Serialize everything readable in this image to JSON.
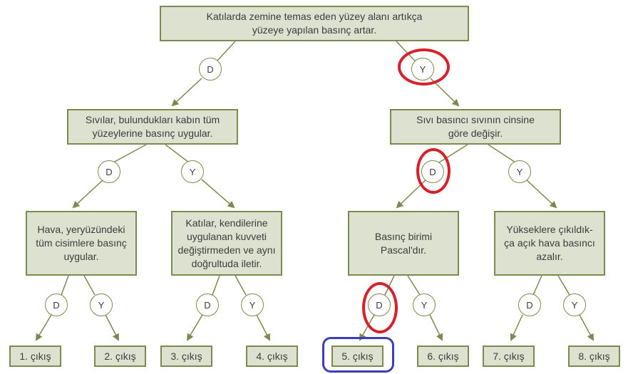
{
  "diagram": {
    "type": "decision-tree",
    "colors": {
      "box_fill": "#dde2d0",
      "box_border": "#7b8a4e",
      "line": "#7b8a4e",
      "highlight_red": "#d8202a",
      "highlight_blue": "#3a3fb8"
    },
    "root": {
      "text": "Katılarda zemine temas eden yüzey alanı artıkça yüzeye yapılan basınç artar."
    },
    "level2": [
      {
        "text": "Sıvılar, bulundukları kabın tüm yüzeylerine basınç uygular."
      },
      {
        "text": "Sıvı basıncı sıvının cinsine göre değişir."
      }
    ],
    "level3": [
      {
        "text": "Hava, yeryüzündeki tüm cisimlere basınç uygular."
      },
      {
        "text": "Katılar, kendilerine uygulanan kuvveti değiştirmeden ve aynı doğrultuda iletir."
      },
      {
        "text": "Basınç birimi Pascal'dır."
      },
      {
        "text": "Yükseklere çıkıldık-ça açık hava basıncı azalır."
      }
    ],
    "branch_labels": {
      "true": "D",
      "false": "Y"
    },
    "exits": [
      "1. çıkış",
      "2. çıkış",
      "3. çıkış",
      "4. çıkış",
      "5. çıkış",
      "6. çıkış",
      "7. çıkış",
      "8. çıkış"
    ],
    "highlighted_path": [
      "Y",
      "D",
      "D"
    ],
    "highlighted_exit": "5. çıkış"
  }
}
